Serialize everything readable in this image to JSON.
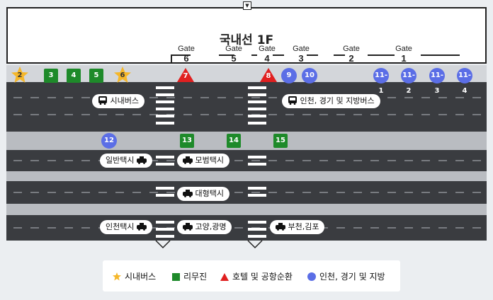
{
  "terminal": {
    "title": "국내선 1F"
  },
  "gates": [
    {
      "label": "Gate",
      "num": "6"
    },
    {
      "label": "Gate",
      "num": "5"
    },
    {
      "label": "Gate",
      "num": "4"
    },
    {
      "label": "Gate",
      "num": "3"
    },
    {
      "label": "Gate",
      "num": "2"
    },
    {
      "label": "Gate",
      "num": "1"
    }
  ],
  "markers": {
    "city_bus": [
      "2",
      "6"
    ],
    "limousine": [
      "3",
      "4",
      "5",
      "13",
      "14",
      "15"
    ],
    "hotel_shuttle": [
      "7",
      "8"
    ],
    "regional": [
      "9",
      "10",
      "11-1",
      "11-2",
      "11-3",
      "11-4",
      "12"
    ]
  },
  "stops": {
    "city_bus": "시내버스",
    "regional_bus": "인천, 경기 및 지방버스",
    "general_taxi": "일반택시",
    "model_taxi": "모범택시",
    "large_taxi": "대형택시",
    "incheon_taxi": "인천택시",
    "goyang_taxi": "고양,광명",
    "bucheon_taxi": "부천,김포"
  },
  "legend": {
    "city_bus": "시내버스",
    "limousine": "리무진",
    "hotel_shuttle": "호텔 및 공항순환",
    "regional": "인천, 경기 및 지방"
  },
  "colors": {
    "city_bus": "#f5b72a",
    "limousine": "#1e8a2a",
    "hotel_shuttle": "#e02020",
    "regional": "#5b6ee6",
    "road": "#3a3c40"
  }
}
